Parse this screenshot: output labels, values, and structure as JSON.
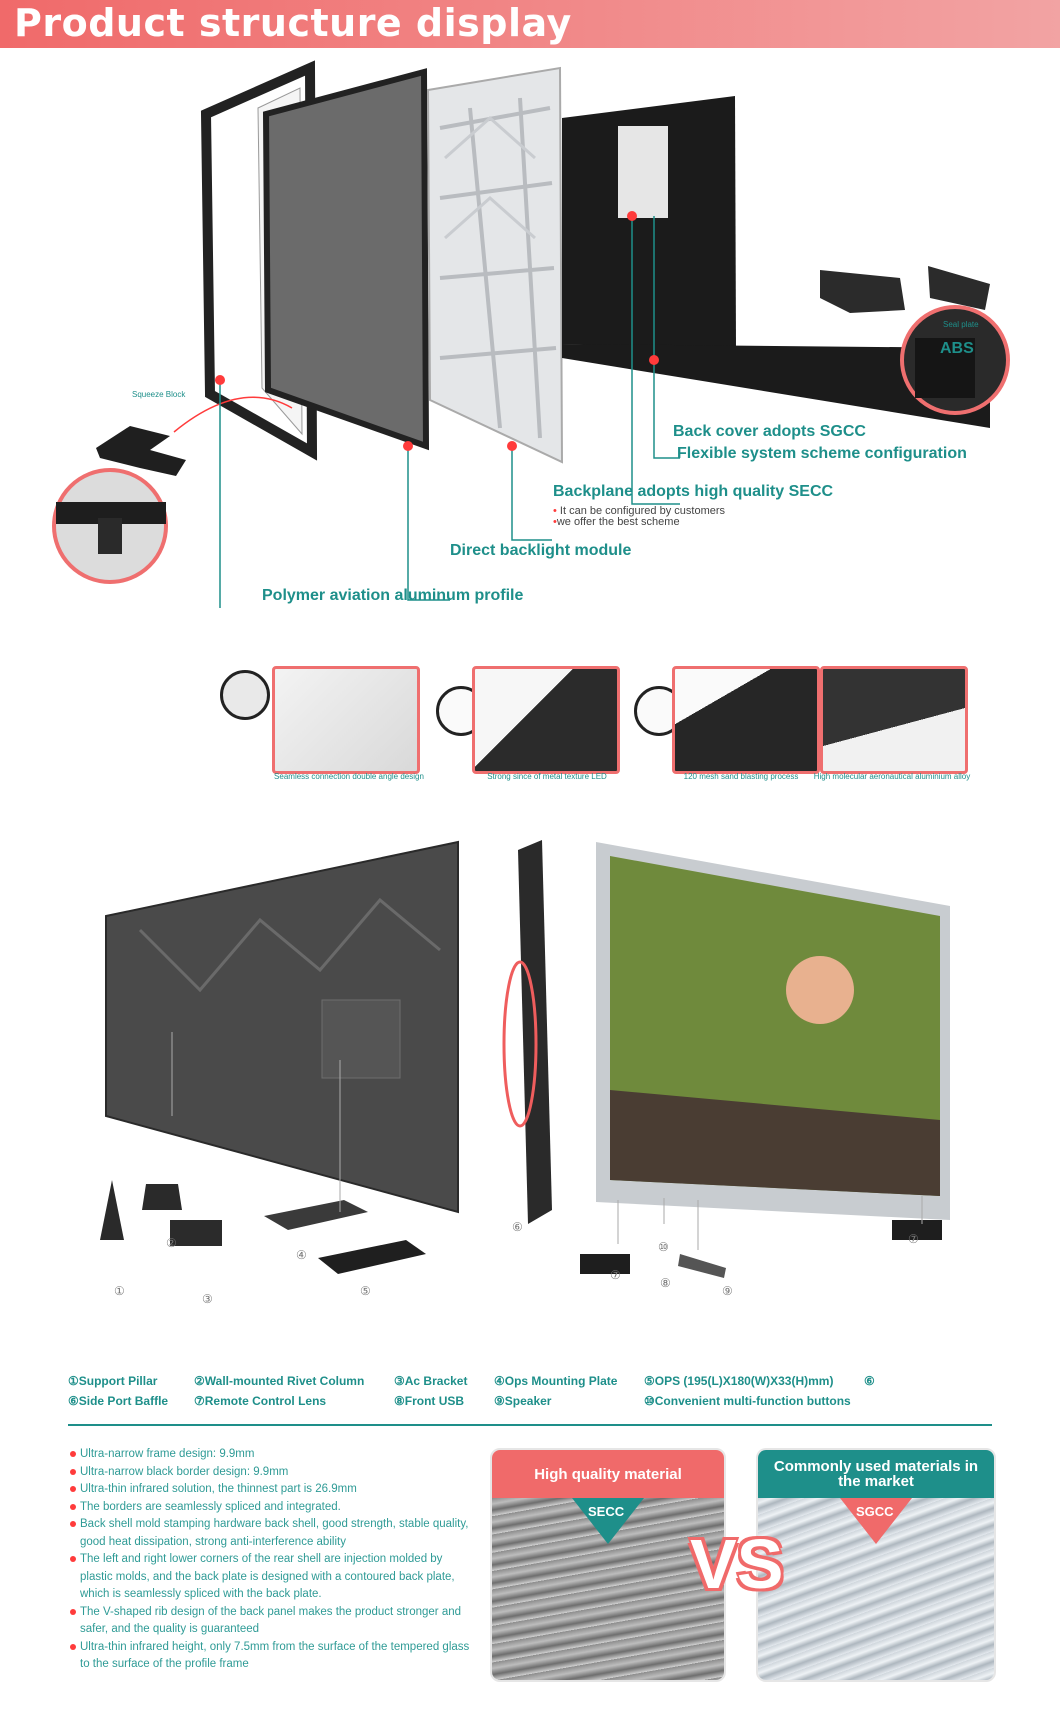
{
  "banner": {
    "title": "Product structure display"
  },
  "exploded": {
    "squeeze_block": "Squeeze Block",
    "seal_plate": "Seal plate",
    "abs": "ABS",
    "back_cover_1": "Back cover adopts SGCC",
    "back_cover_2": "Flexible system scheme configuration",
    "backplane": "Backplane adopts high quality SECC",
    "backplane_note_1": "It can be configured by customers",
    "backplane_note_2": "we offer the best scheme",
    "backlight": "Direct backlight module",
    "profile": "Polymer aviation aluminum profile"
  },
  "details": [
    {
      "caption": "Seamless connection double angle design"
    },
    {
      "caption": "Strong since of metal texture LED"
    },
    {
      "caption": "120 mesh sand blasting process"
    },
    {
      "caption": "High molecular aeronautical aluminium alloy"
    }
  ],
  "views": {
    "num_1": "①",
    "num_2": "②",
    "num_3": "③",
    "num_4": "④",
    "num_5": "⑤",
    "num_6a": "⑥",
    "num_6b": "⑥",
    "num_7a": "⑦",
    "num_7b": "⑦",
    "num_8": "⑧",
    "num_9": "⑨",
    "num_10": "⑩"
  },
  "legend": {
    "row1": [
      "①Support Pillar",
      "②Wall-mounted Rivet Column",
      "③Ac Bracket",
      "④Ops Mounting Plate",
      "⑤OPS  (195(L)X180(W)X33(H)mm)",
      "⑥"
    ],
    "row2": [
      "⑥Side Port Baffle",
      "⑦Remote Control Lens",
      "⑧Front USB",
      "⑨Speaker",
      "⑩Convenient multi-function buttons"
    ]
  },
  "features": [
    "Ultra-narrow frame design: 9.9mm",
    "Ultra-narrow black border design: 9.9mm",
    "Ultra-thin infrared solution, the thinnest part is 26.9mm",
    "The borders are seamlessly spliced and integrated.",
    "Back shell mold stamping hardware back shell, good strength, stable quality, good heat dissipation, strong anti-interference ability",
    "The left and right lower corners of the rear shell are injection molded by plastic molds, and the back plate is designed with a contoured back plate, which is seamlessly spliced with the back plate.",
    "The V-shaped rib design of the back panel makes the product stronger and safer, and the quality is guaranteed",
    "Ultra-thin infrared height, only 7.5mm from the surface of the tempered glass to the surface of the profile frame"
  ],
  "compare": {
    "left_title": "High quality material",
    "left_tag": "SECC",
    "right_title": "Commonly used materials in the market",
    "right_tag": "SGCC",
    "vs": "VS"
  },
  "colors": {
    "brand_red": "#f06a6a",
    "teal": "#1e8f8a",
    "accent": "#ff3b3b"
  }
}
